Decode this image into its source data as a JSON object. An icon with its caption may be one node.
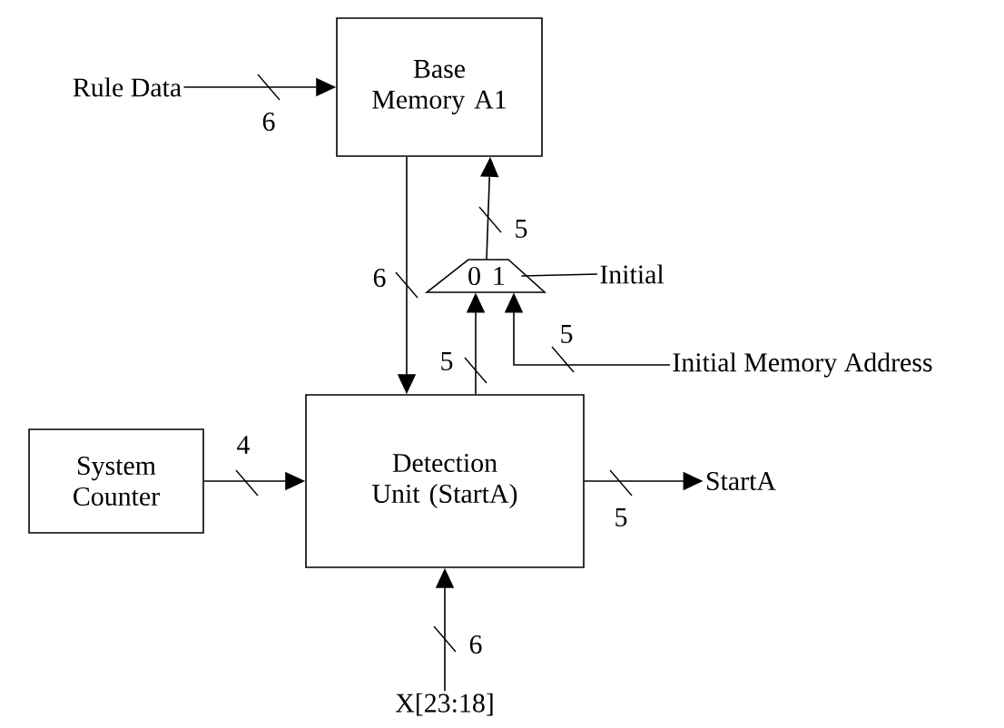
{
  "diagram": {
    "nodes": [
      {
        "text": [
          "Rule Data"
        ]
      },
      {
        "text": [
          "Base Memory A1"
        ]
      },
      {
        "text": [
          "0",
          "1"
        ]
      },
      {
        "text": [
          "Initial"
        ]
      },
      {
        "text": [
          "Initial Memory Address"
        ]
      },
      {
        "text": [
          "System Counter"
        ]
      },
      {
        "text": [
          "Detection Unit (StartA)"
        ]
      },
      {
        "text": [
          "StartA"
        ]
      },
      {
        "text": [
          "X[23:18]"
        ]
      }
    ],
    "edges": [
      {
        "from": 0,
        "to": 1,
        "arrow": "to",
        "label": "6"
      },
      {
        "from": 1,
        "to": 6,
        "arrow": "to",
        "label": "6"
      },
      {
        "from": 2,
        "to": 1,
        "arrow": "to",
        "label": "5"
      },
      {
        "from": 6,
        "to": 2,
        "arrow": "to",
        "label": "5"
      },
      {
        "from": 4,
        "to": 2,
        "arrow": "to",
        "label": "5"
      },
      {
        "from": 3,
        "to": 2,
        "arrow": "none"
      },
      {
        "from": 5,
        "to": 6,
        "arrow": "to",
        "label": "4"
      },
      {
        "from": 6,
        "to": 7,
        "arrow": "to",
        "label": "5"
      },
      {
        "from": 8,
        "to": 6,
        "arrow": "to",
        "label": "6"
      }
    ]
  }
}
